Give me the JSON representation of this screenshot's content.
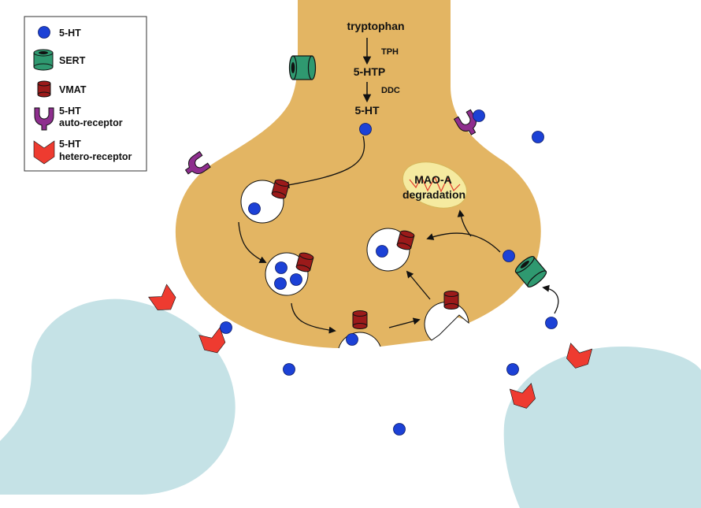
{
  "colors": {
    "neuron": "#e3b563",
    "postsynaptic": "#c5e2e6",
    "serotonin": "#1c41d6",
    "sert": "#2f9970",
    "vmat": "#9b1a1a",
    "auto_receptor": "#8e2e8e",
    "hetero_receptor": "#ee3b30",
    "mao": "#f5eaa0",
    "vesicle": "#ffffff"
  },
  "legend": {
    "items": [
      {
        "icon": "serotonin-dot-icon",
        "label": "5-HT"
      },
      {
        "icon": "sert-transporter-icon",
        "label": "SERT"
      },
      {
        "icon": "vmat-transporter-icon",
        "label": "VMAT"
      },
      {
        "icon": "auto-receptor-icon",
        "label": "5-HT",
        "label2": "auto-receptor"
      },
      {
        "icon": "hetero-receptor-icon",
        "label": "5-HT",
        "label2": "hetero-receptor"
      }
    ]
  },
  "pathway": {
    "precursor": "tryptophan",
    "enzyme1": "TPH",
    "intermediate": "5-HTP",
    "enzyme2": "DDC",
    "product": "5-HT"
  },
  "mao": {
    "line1": "MAO-A",
    "line2": "degradation"
  }
}
